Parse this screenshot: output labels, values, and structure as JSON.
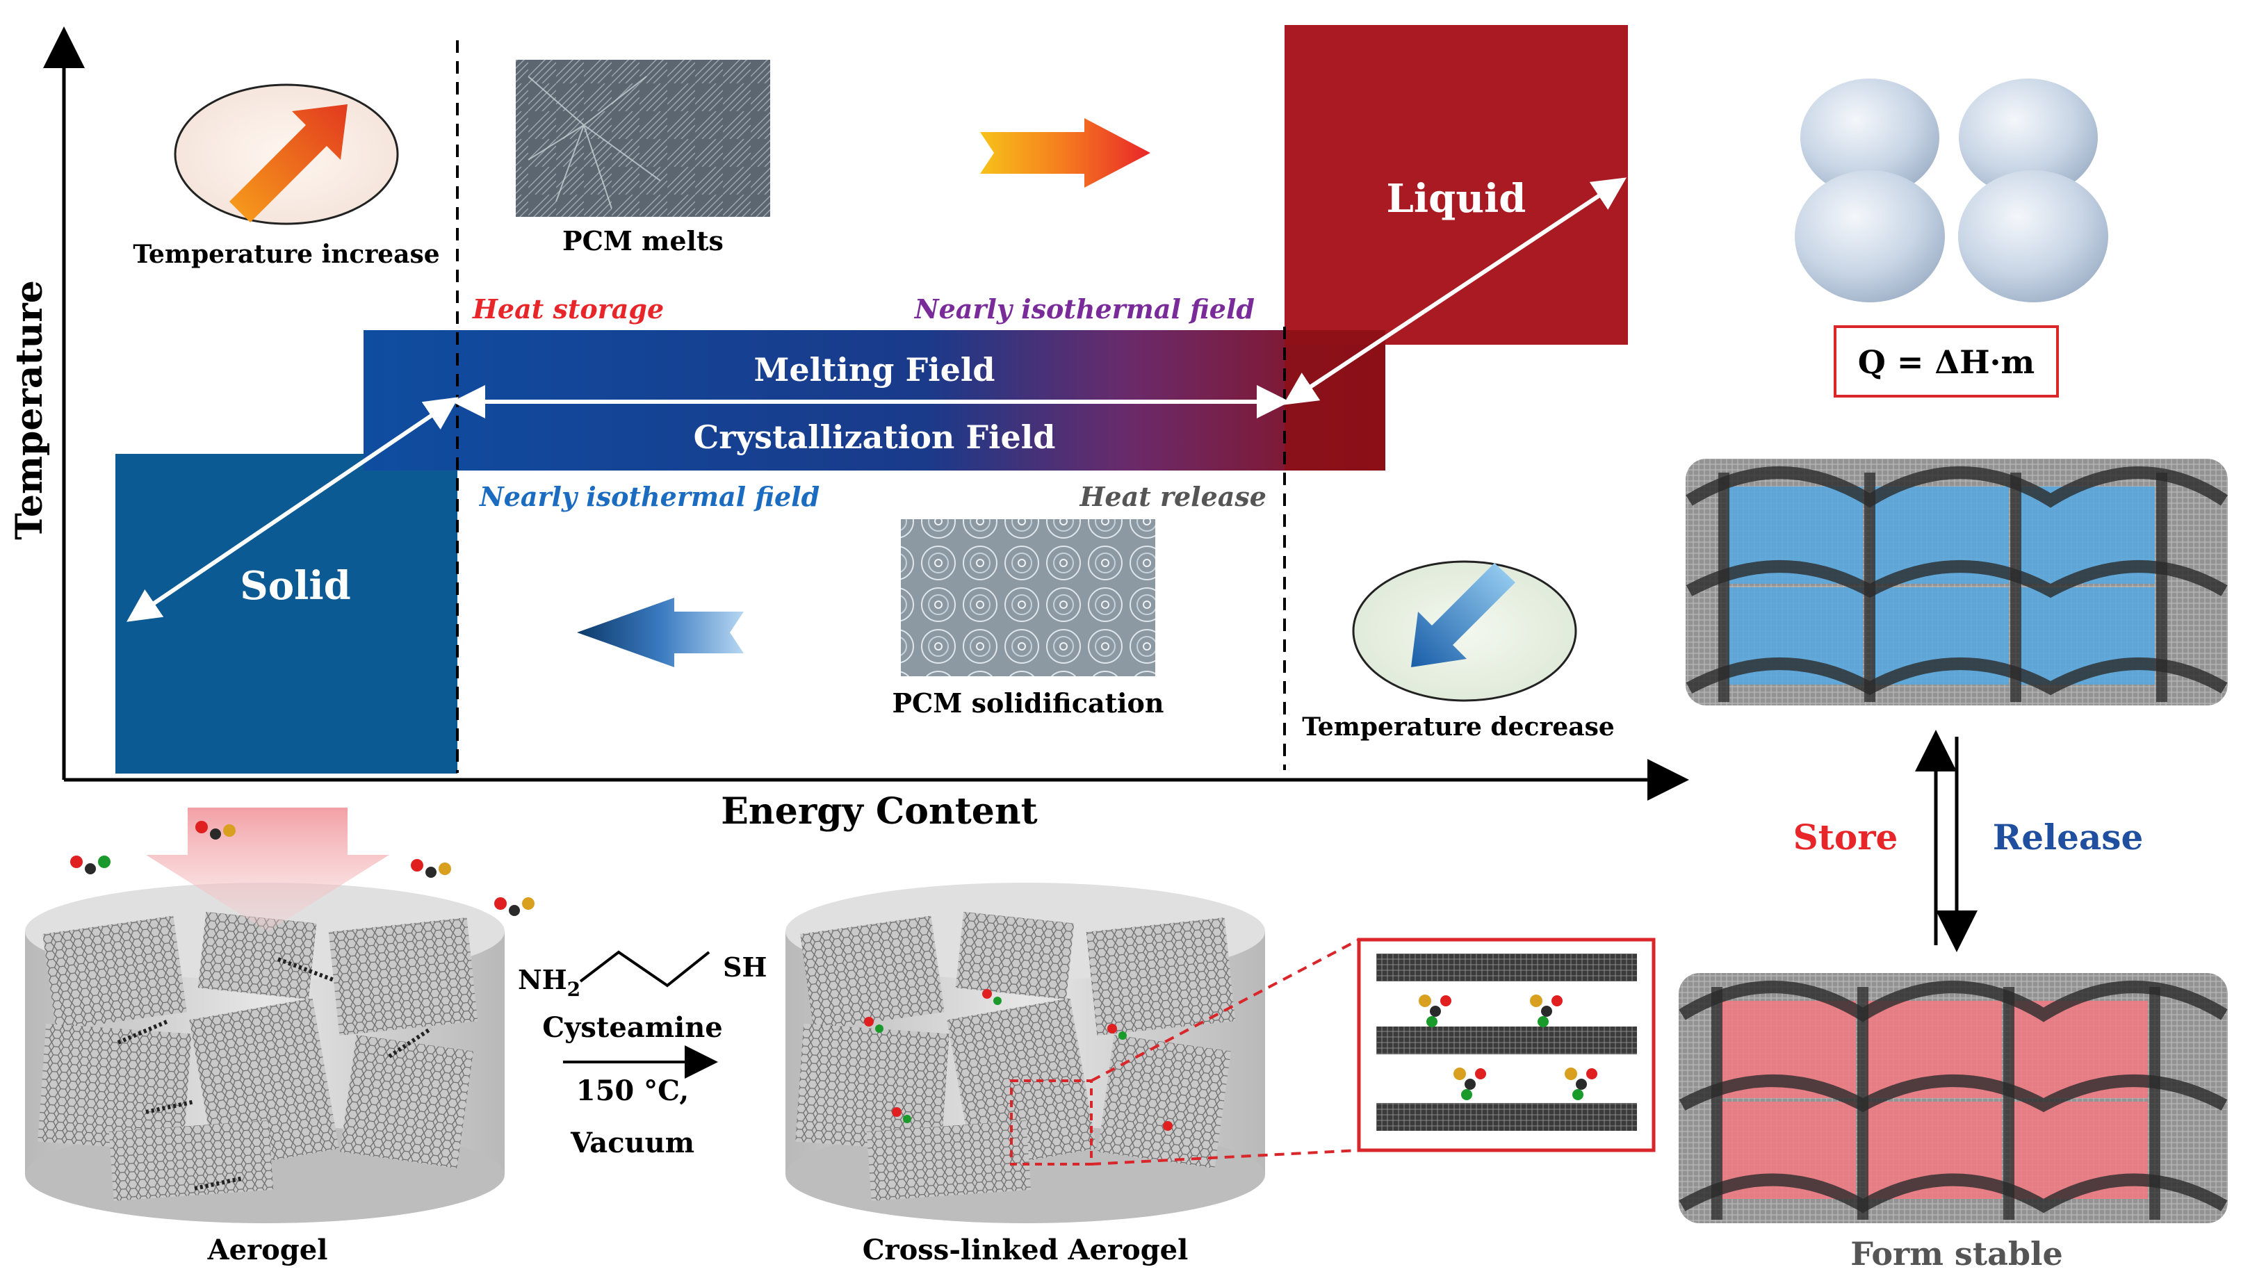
{
  "axes": {
    "y_label": "Temperature",
    "x_label": "Energy Content"
  },
  "phase_diagram": {
    "solid_label": "Solid",
    "liquid_label": "Liquid",
    "melting_field": "Melting Field",
    "crystallization_field": "Crystallization Field",
    "heat_storage": "Heat storage",
    "nearly_isothermal_top": "Nearly isothermal field",
    "nearly_isothermal_bottom": "Nearly isothermal field",
    "heat_release": "Heat release",
    "temperature_increase": "Temperature increase",
    "temperature_decrease": "Temperature decrease",
    "pcm_melts": "PCM melts",
    "pcm_solidification": "PCM solidification"
  },
  "equation": "Q = ΔH·m",
  "store_release": {
    "store": "Store",
    "release": "Release",
    "form_stable": "Form stable"
  },
  "synthesis": {
    "aerogel": "Aerogel",
    "crosslinked_aerogel": "Cross-linked Aerogel",
    "reagent_nh2": "NH",
    "reagent_nh2_sub": "2",
    "reagent_sh": "SH",
    "reagent_name": "Cysteamine",
    "condition_temp": "150 °C,",
    "condition_vacuum": "Vacuum"
  },
  "colors": {
    "solid_blue": "#0c5a93",
    "liquid_red": "#aa1a22",
    "field_blue": "#0f4da0",
    "field_red": "#8c0f16",
    "heat_storage": "#e8262a",
    "isothermal_purple": "#7a2b9a",
    "isothermal_blue": "#1b6cc0",
    "heat_release": "#555555",
    "store": "#e8262a",
    "release": "#1f4f9e",
    "cube_blue": "#5aa8de",
    "cube_red": "#ee7b84"
  }
}
